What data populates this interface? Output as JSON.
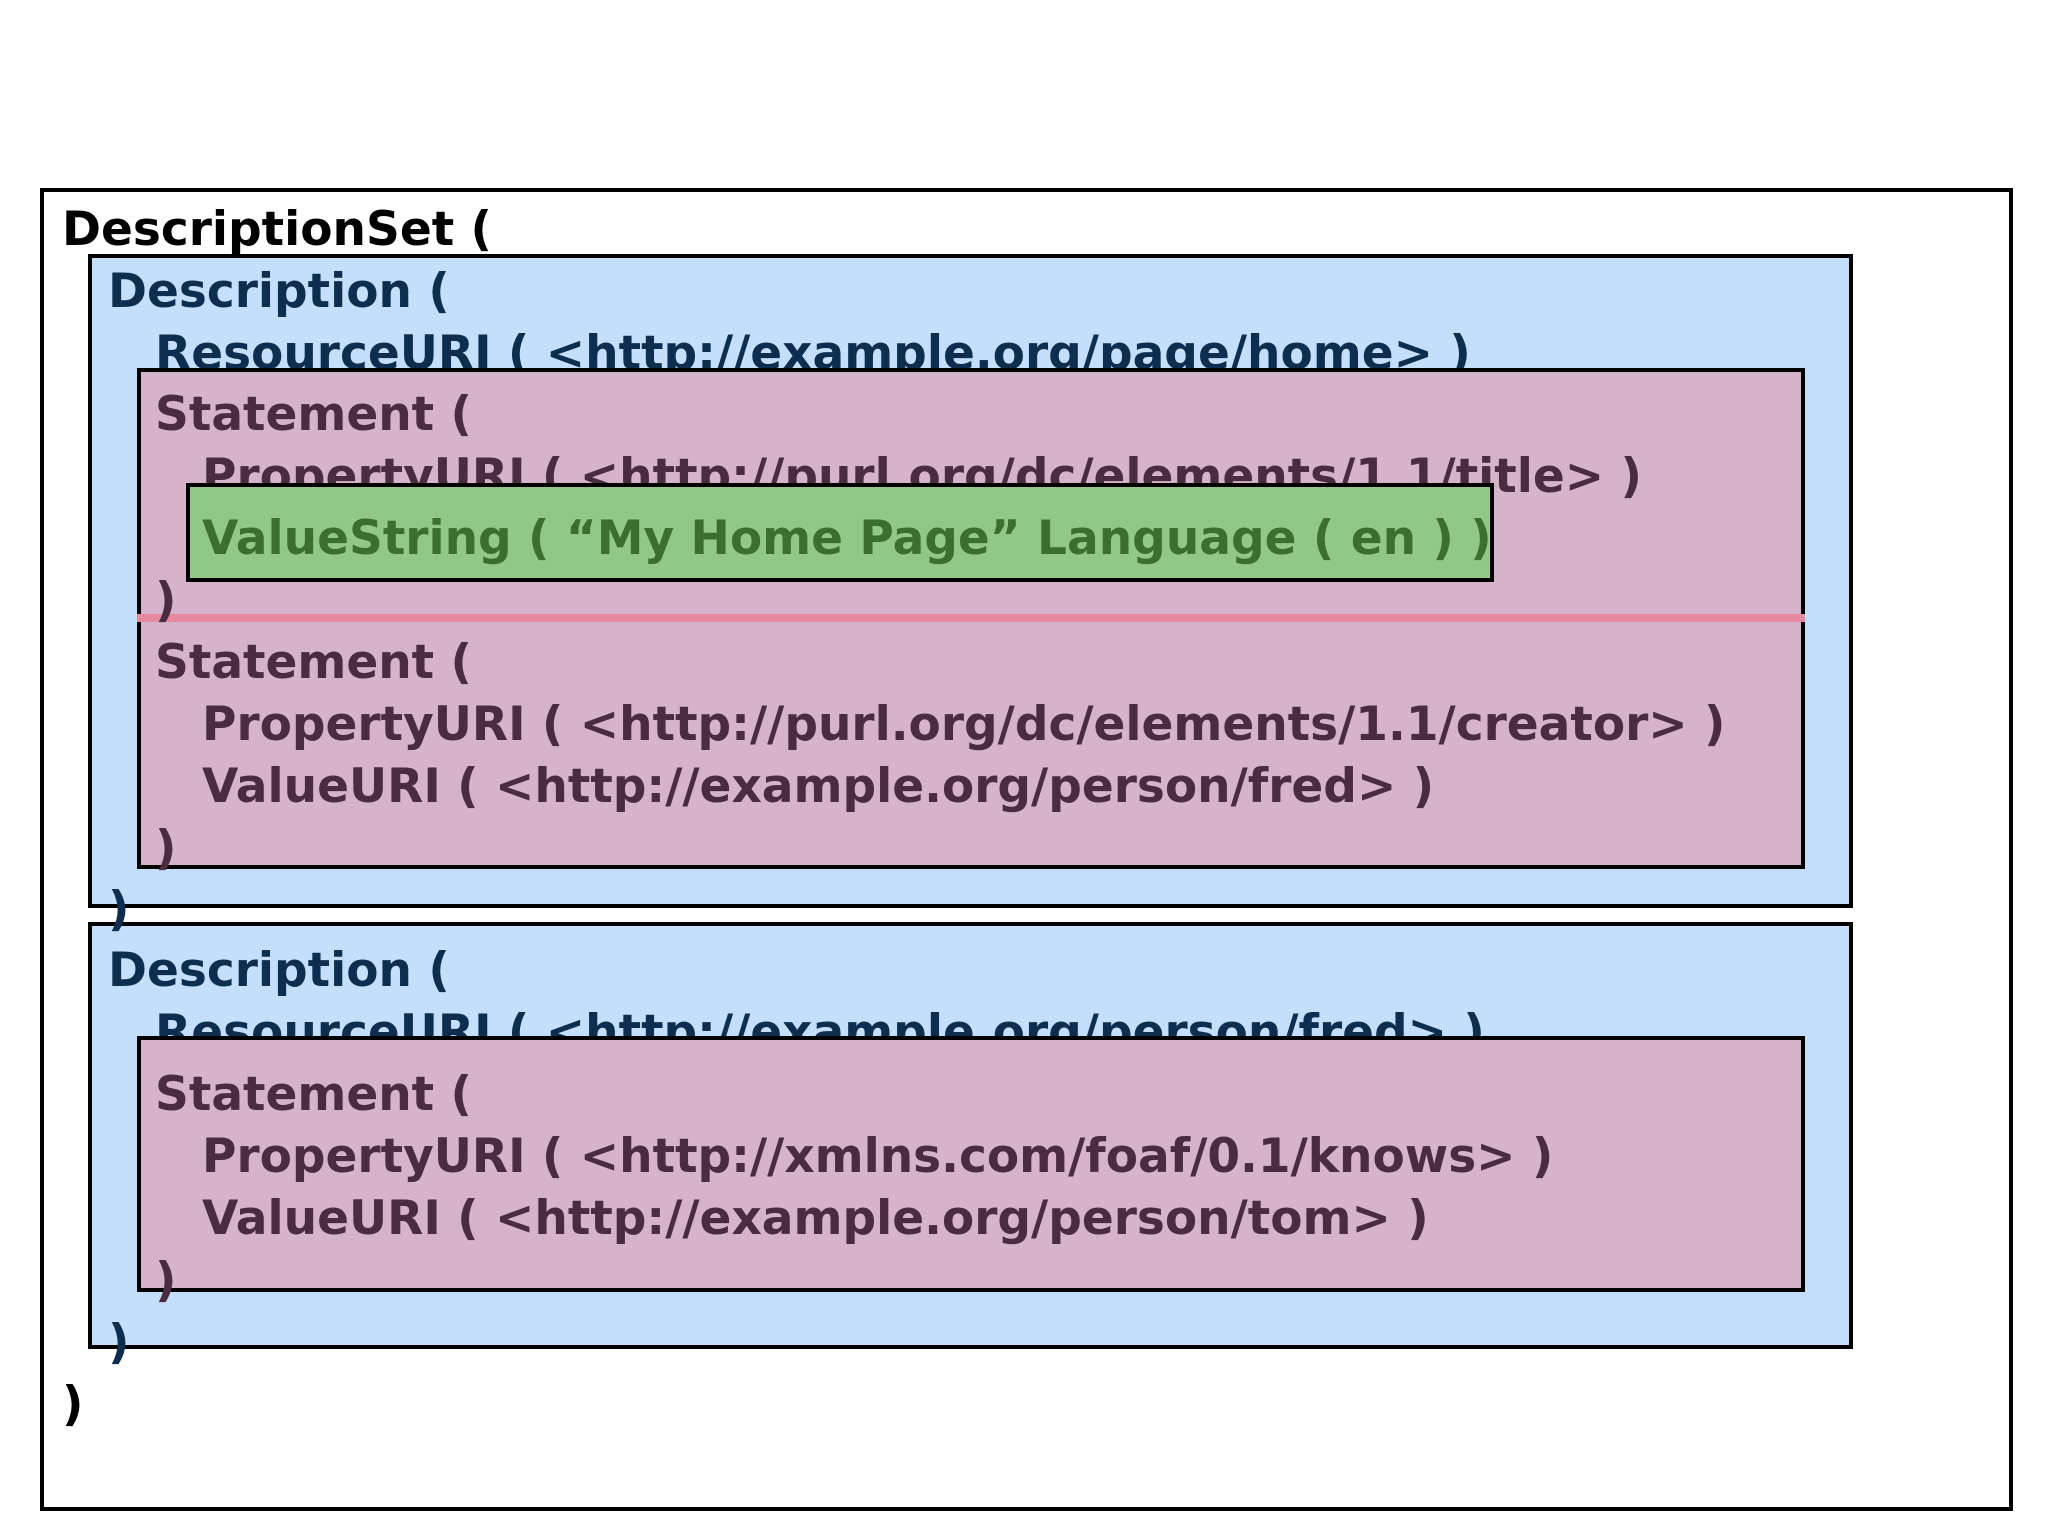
{
  "colors": {
    "description_fill": "#c3dffb",
    "description_text": "#0d2e4f",
    "statement_fill": "#d5b3ca",
    "statement_text": "#4a2b40",
    "value_fill": "#92c887",
    "value_text": "#3c6e2e",
    "separator": "#e58a9e",
    "border": "#000000",
    "set_text": "#000000"
  },
  "description_set": {
    "open": "DescriptionSet (",
    "close": ")",
    "descriptions": [
      {
        "open": "Description (",
        "resource": "ResourceURI ( <http://example.org/page/home> )",
        "close": ")",
        "statements": [
          {
            "open": "Statement (",
            "property": "PropertyURI ( <http://purl.org/dc/elements/1.1/title> )",
            "value": "ValueString ( “My Home Page” Language ( en ) )",
            "close": ")"
          },
          {
            "open": "Statement (",
            "property": "PropertyURI ( <http://purl.org/dc/elements/1.1/creator> )",
            "value": "ValueURI ( <http://example.org/person/fred> )",
            "close": ")"
          }
        ]
      },
      {
        "open": "Description (",
        "resource": "ResourceURI ( <http://example.org/person/fred> )",
        "close": ")",
        "statements": [
          {
            "open": "Statement (",
            "property": "PropertyURI ( <http://xmlns.com/foaf/0.1/knows> )",
            "value": "ValueURI ( <http://example.org/person/tom> )",
            "close": ")"
          }
        ]
      }
    ]
  }
}
